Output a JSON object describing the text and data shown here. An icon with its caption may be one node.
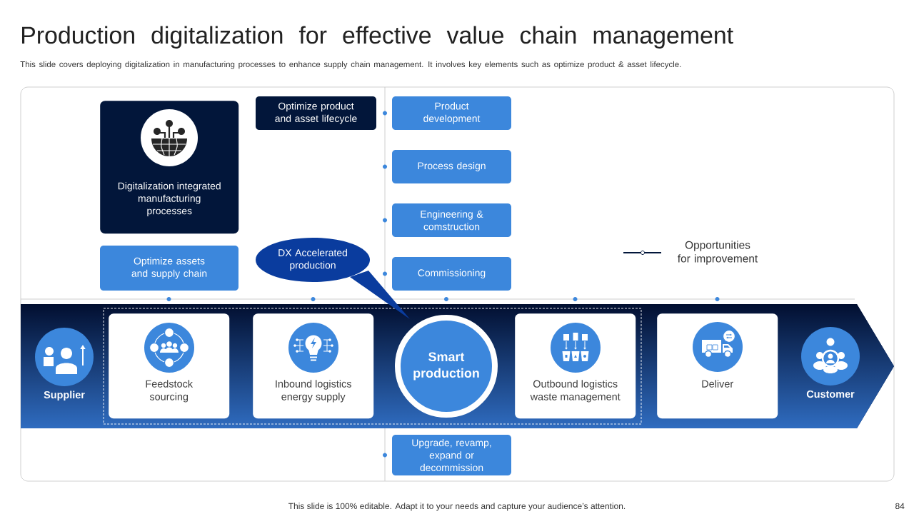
{
  "diagram": {
    "title": "Production digitalization for effective value chain management",
    "nodes": [
      {
        "text": [
          "Digitalization integrated manufacturing processes"
        ]
      },
      {
        "text": [
          "Optimize product and asset lifecycle"
        ]
      },
      {
        "text": [
          "Product development"
        ]
      },
      {
        "text": [
          "Process design"
        ]
      },
      {
        "text": [
          "Engineering & comstruction"
        ]
      },
      {
        "text": [
          "Optimize assets and supply chain"
        ]
      },
      {
        "text": [
          "DX Accelerated production"
        ]
      },
      {
        "text": [
          "Commissioning"
        ]
      },
      {
        "text": [],
        "shape": "arrow"
      },
      {
        "text": [
          "Supplier"
        ],
        "in": 8
      },
      {
        "text": [],
        "shape": "box",
        "in": 8
      },
      {
        "text": [
          "Feedstock sourcing"
        ],
        "in": 10
      },
      {
        "text": [
          "Inbound logistics energy supply"
        ],
        "in": 10
      },
      {
        "text": [
          "Smart production"
        ],
        "in": 10
      },
      {
        "text": [
          "Outbound logistics waste management"
        ],
        "in": 10
      },
      {
        "text": [
          "Deliver"
        ],
        "in": 8
      },
      {
        "text": [
          "Customer"
        ],
        "in": 8
      },
      {
        "text": [
          "Upgrade, revamp, expand or decommission"
        ]
      }
    ],
    "labels": [
      "This slide covers deploying digitalization in manufacturing processes to enhance supply chain management. It involves key elements such as optimize product & asset lifecycle.",
      "This slide is 100% editable. Adapt it to your needs and capture your audience’s attention.",
      "84"
    ],
    "legend": [
      {
        "text": "Opportunities for improvement"
      }
    ]
  }
}
